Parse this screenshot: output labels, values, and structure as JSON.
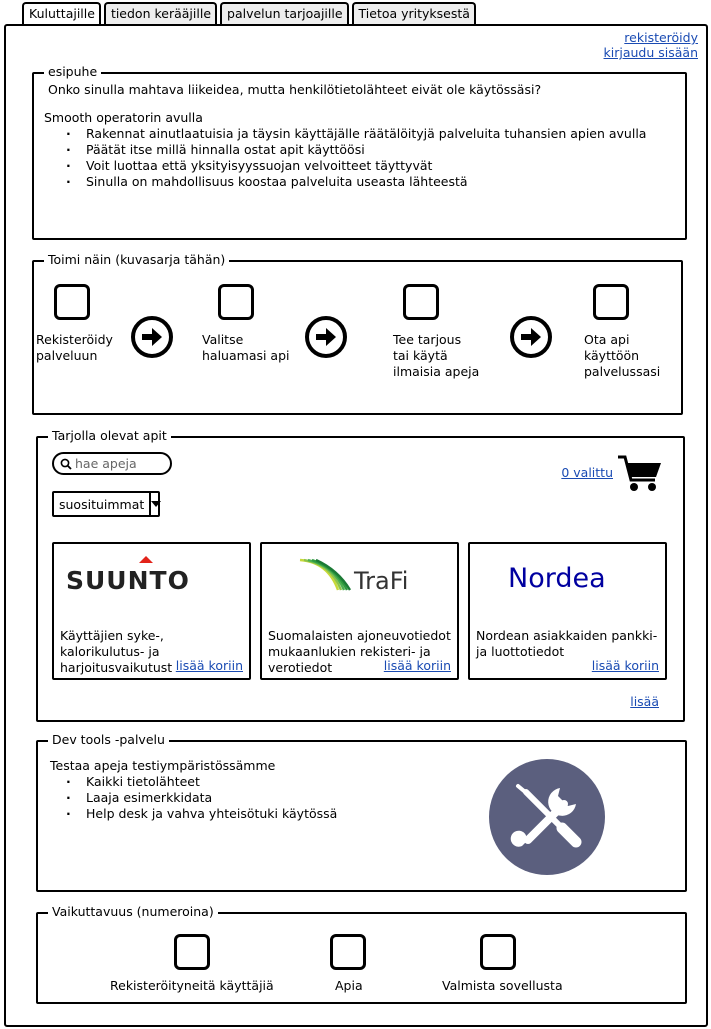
{
  "tabs": [
    "Kuluttajille",
    "tiedon kerääjille",
    "palvelun tarjoajille",
    "Tietoa yrityksestä"
  ],
  "header": {
    "register": "rekisteröidy",
    "login": "kirjaudu sisään"
  },
  "intro": {
    "legend": "esipuhe",
    "question": "Onko sinulla mahtava liikeidea, mutta henkilötietolähteet eivät ole käytössäsi?",
    "lead": "Smooth operatorin avulla",
    "bullets": [
      "Rakennat ainutlaatuisia ja täysin käyttäjälle räätälöityjä palveluita tuhansien apien avulla",
      "Päätät itse millä hinnalla ostat apit käyttöösi",
      "Voit luottaa että yksityisyyssuojan velvoitteet täyttyvät",
      "Sinulla on mahdollisuus koostaa palveluita useasta lähteestä"
    ]
  },
  "steps": {
    "legend": "Toimi näin  (kuvasarja tähän)",
    "items": [
      [
        "Rekisteröidy",
        "palveluun"
      ],
      [
        "Valitse",
        "haluamasi api"
      ],
      [
        "Tee tarjous",
        "tai käytä",
        "ilmaisia apeja"
      ],
      [
        "Ota api",
        "käyttöön",
        "palvelussasi"
      ]
    ]
  },
  "apis": {
    "legend": "Tarjolla olevat apit",
    "search_placeholder": "hae apeja",
    "sort_value": "suosituimmat",
    "cart_label": "0 valittu",
    "more": "lisää",
    "add_label": "lisää koriin",
    "cards": [
      {
        "logo": "SUUNTO",
        "desc": "Käyttäjien syke-, kalorikulutus- ja harjoitusvaikutustiedot"
      },
      {
        "logo": "TraFi",
        "desc": "Suomalaisten ajoneuvotiedot mukaanlukien rekisteri- ja verotiedot"
      },
      {
        "logo": "Nordea",
        "desc": "Nordean asiakkaiden pankki- ja luottotiedot"
      }
    ]
  },
  "devtools": {
    "legend": "Dev tools -palvelu",
    "lead": "Testaa apeja testiympäristössämme",
    "bullets": [
      "Kaikki tietolähteet",
      "Laaja esimerkkidata",
      "Help desk ja vahva yhteisötuki käytössä"
    ],
    "icon_color": "#5b5f7e"
  },
  "impact": {
    "legend": "Vaikuttavuus (numeroina)",
    "items": [
      "Rekisteröityneitä käyttäjiä",
      "Apia",
      "Valmista sovellusta"
    ]
  },
  "colors": {
    "link": "#1a4bb3",
    "nordea": "#0000a0",
    "suunto_mark": "#e2231a",
    "trafi_green": "#2e9b3e"
  }
}
